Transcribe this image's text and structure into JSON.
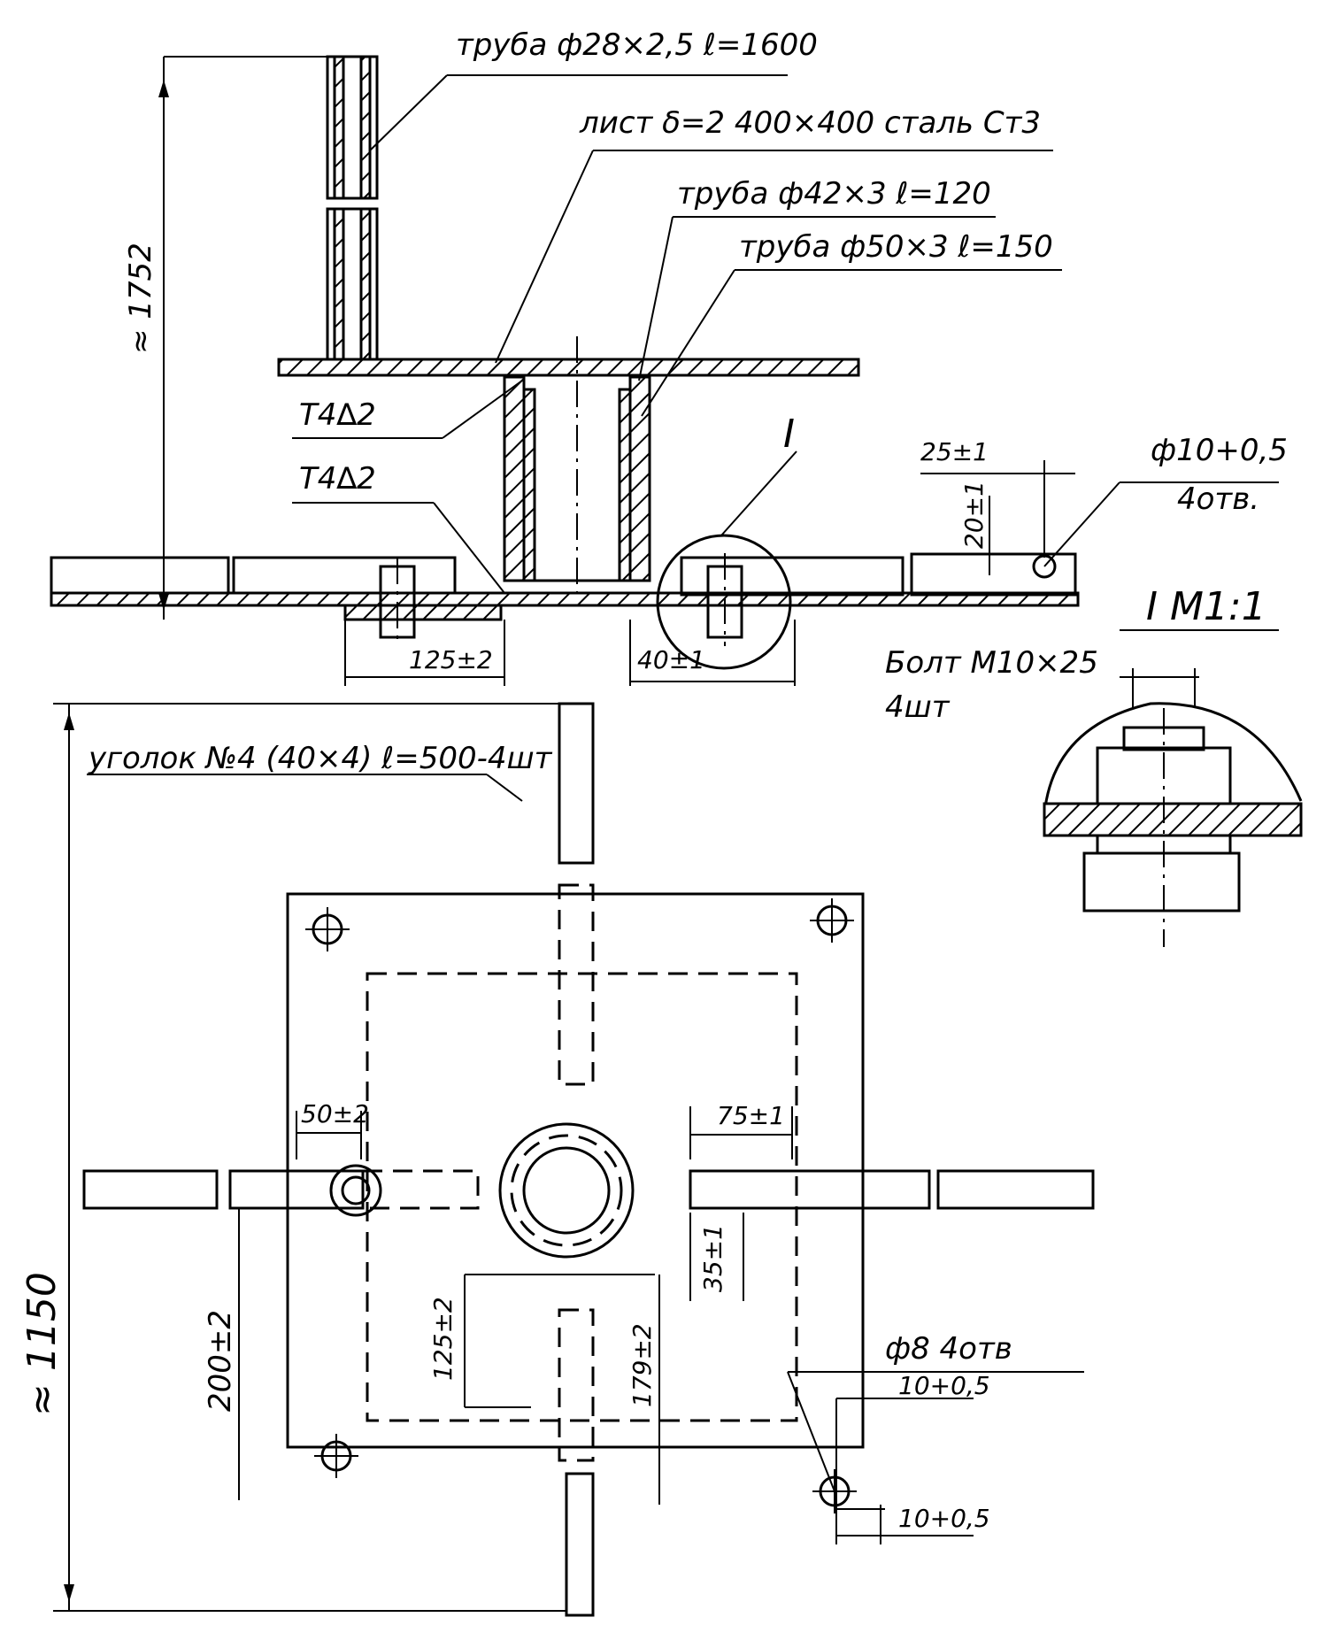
{
  "labels": {
    "pipe_28": "труба ф28×2,5 ℓ=1600",
    "sheet": "лист δ=2 400×400 сталь Ст3",
    "pipe_42": "труба ф42×3 ℓ=120",
    "pipe_50": "труба ф50×3 ℓ=150",
    "weld_1": "Т4∆2",
    "weld_2": "Т4∆2",
    "dim_1752": "≈ 1752",
    "dim_25": "25±1",
    "dim_20": "20±1",
    "hole_10": "ф10+0,5",
    "hole_10_count": "4отв.",
    "callout_I": "I",
    "detail_title": "I М1:1",
    "bolt": "Болт М10×25",
    "bolt_count": "4шт",
    "dim_125_top": "125±2",
    "dim_40": "40±1",
    "angle": "уголок №4 (40×4) ℓ=500-4шт",
    "dim_50": "50±2",
    "dim_75": "75±1",
    "dim_35": "35±1",
    "dim_125_bottom": "125±2",
    "dim_179": "179±2",
    "dim_200": "200±2",
    "hole_8": "ф8 4отв",
    "dim_10a": "10+0,5",
    "dim_10b": "10+0,5",
    "dim_1150": "≈ 1150"
  }
}
